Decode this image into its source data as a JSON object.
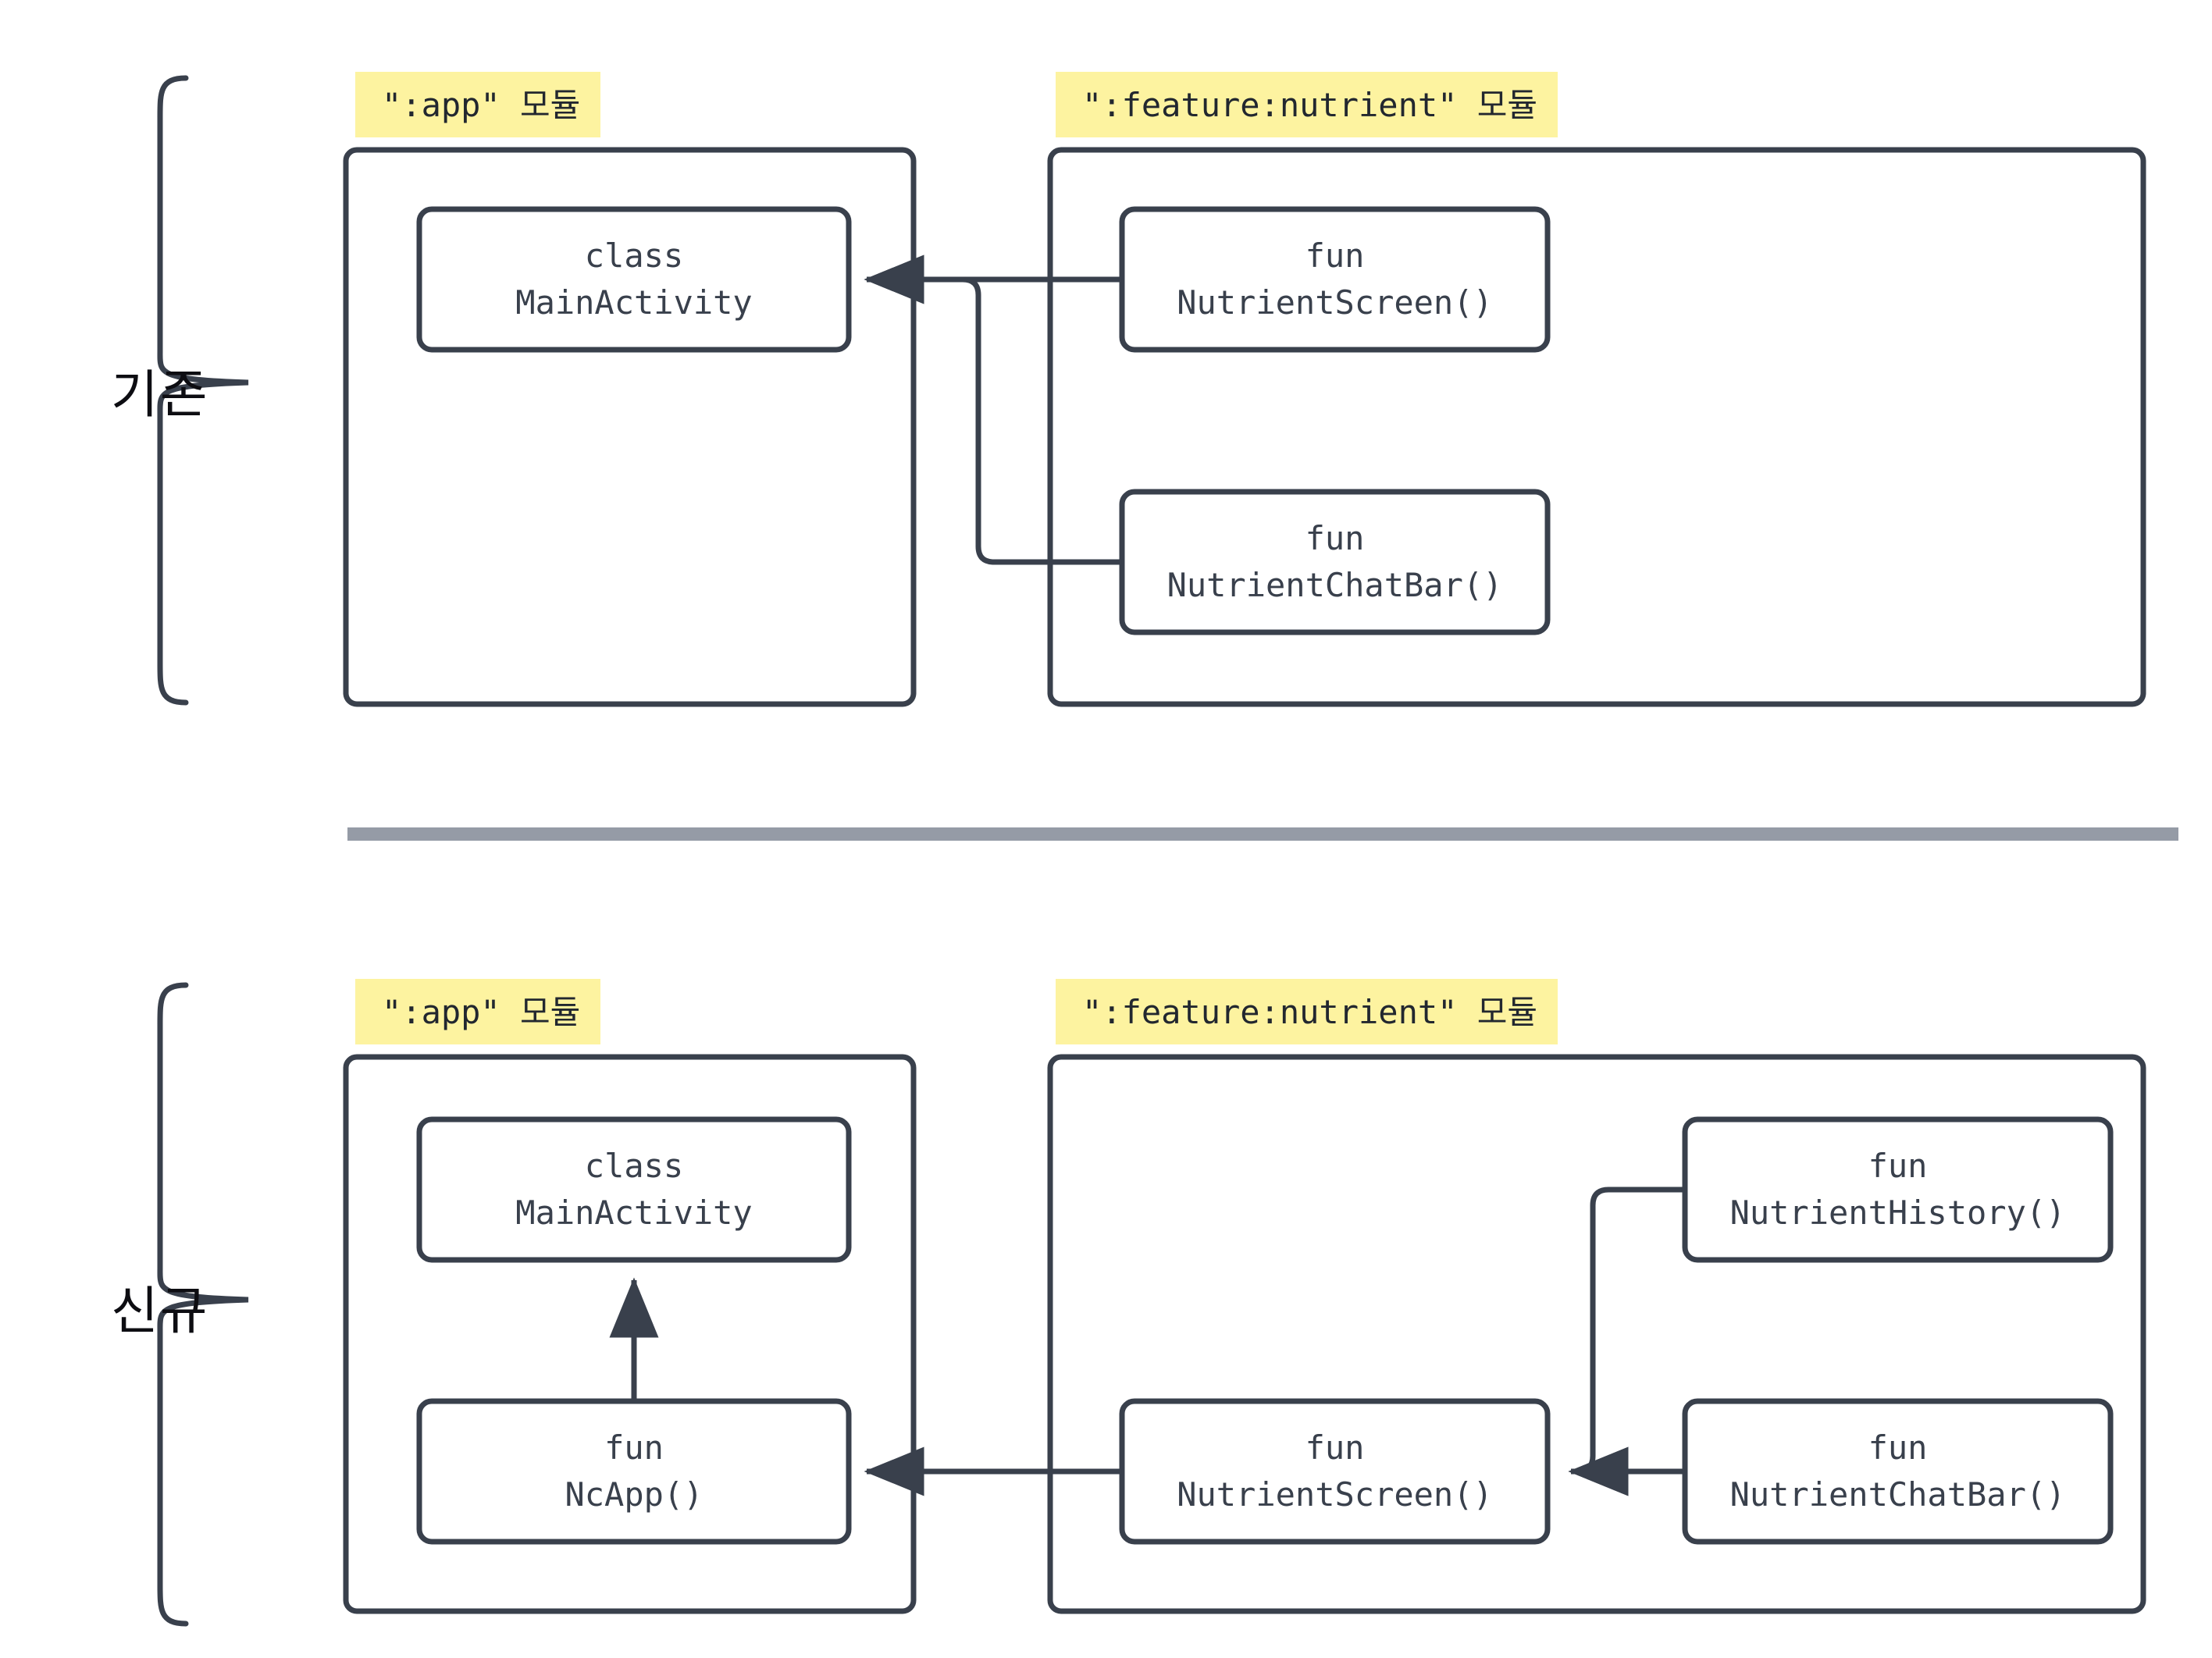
{
  "diagram": {
    "title_existing": "기존",
    "title_new": "신규",
    "colors": {
      "stroke": "#39404c",
      "highlight": "#fdf3a0",
      "divider": "#959ba6",
      "text": "#39404c",
      "section_text": "#0d0d12",
      "background": "#ffffff"
    }
  },
  "sections": [
    {
      "id": "existing",
      "label": "기존",
      "modules": [
        {
          "id": "app-existing",
          "tag": "\":app\" 모듈",
          "nodes": [
            {
              "id": "main-activity-existing",
              "line1": "class",
              "line2": "MainActivity"
            }
          ]
        },
        {
          "id": "feature-nutrient-existing",
          "tag": "\":feature:nutrient\" 모듈",
          "nodes": [
            {
              "id": "nutrient-screen-existing",
              "line1": "fun",
              "line2": "NutrientScreen()"
            },
            {
              "id": "nutrient-chatbar-existing",
              "line1": "fun",
              "line2": "NutrientChatBar()"
            }
          ]
        }
      ],
      "edges": [
        {
          "from": "nutrient-screen-existing",
          "to": "main-activity-existing"
        },
        {
          "from": "nutrient-chatbar-existing",
          "to": "main-activity-existing"
        }
      ]
    },
    {
      "id": "new",
      "label": "신규",
      "modules": [
        {
          "id": "app-new",
          "tag": "\":app\" 모듈",
          "nodes": [
            {
              "id": "main-activity-new",
              "line1": "class",
              "line2": "MainActivity"
            },
            {
              "id": "ncapp-new",
              "line1": "fun",
              "line2": "NcApp()"
            }
          ]
        },
        {
          "id": "feature-nutrient-new",
          "tag": "\":feature:nutrient\" 모듈",
          "nodes": [
            {
              "id": "nutrient-screen-new",
              "line1": "fun",
              "line2": "NutrientScreen()"
            },
            {
              "id": "nutrient-history-new",
              "line1": "fun",
              "line2": "NutrientHistory()"
            },
            {
              "id": "nutrient-chatbar-new",
              "line1": "fun",
              "line2": "NutrientChatBar()"
            }
          ]
        }
      ],
      "edges": [
        {
          "from": "ncapp-new",
          "to": "main-activity-new"
        },
        {
          "from": "nutrient-screen-new",
          "to": "ncapp-new"
        },
        {
          "from": "nutrient-chatbar-new",
          "to": "nutrient-screen-new"
        },
        {
          "from": "nutrient-history-new",
          "to": "nutrient-screen-new"
        }
      ]
    }
  ]
}
